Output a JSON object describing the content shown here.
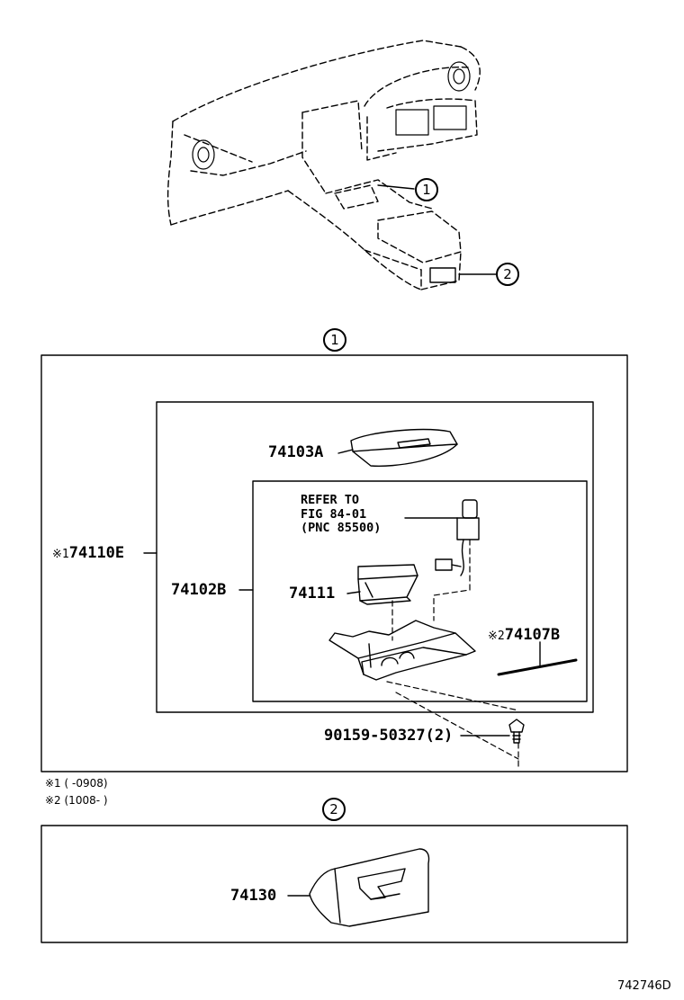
{
  "callouts": {
    "one": "1",
    "two": "2"
  },
  "section1": {
    "assembly_mark": "※1",
    "assembly_part": "74110E",
    "lid_part": "74103A",
    "box_part": "74102B",
    "tray_part": "74111",
    "refer_line1": "REFER TO",
    "refer_line2": "FIG 84-01",
    "refer_line3": "(PNC 85500)",
    "strip_mark": "※2",
    "strip_part": "74107B",
    "screw_part": "90159-50327(2)"
  },
  "footnotes": {
    "note1": "※1 (        -0908)",
    "note2": "※2 (1008-        )"
  },
  "section2": {
    "part": "74130"
  },
  "diagram_id": "742746D"
}
